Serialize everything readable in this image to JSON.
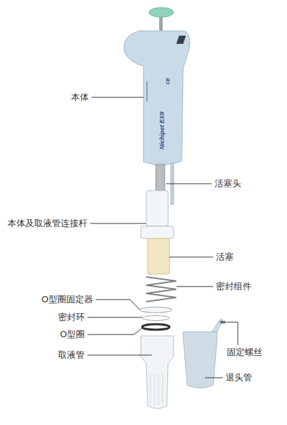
{
  "diagram": {
    "labels": [
      "本体",
      "活塞头",
      "本体及取液管连接杆",
      "活塞",
      "密封组件",
      "O型圈固定器",
      "密封环",
      "O型圈",
      "取液管",
      "固定螺丝",
      "退头管",
      "Nichipet EXII",
      "CE"
    ]
  }
}
